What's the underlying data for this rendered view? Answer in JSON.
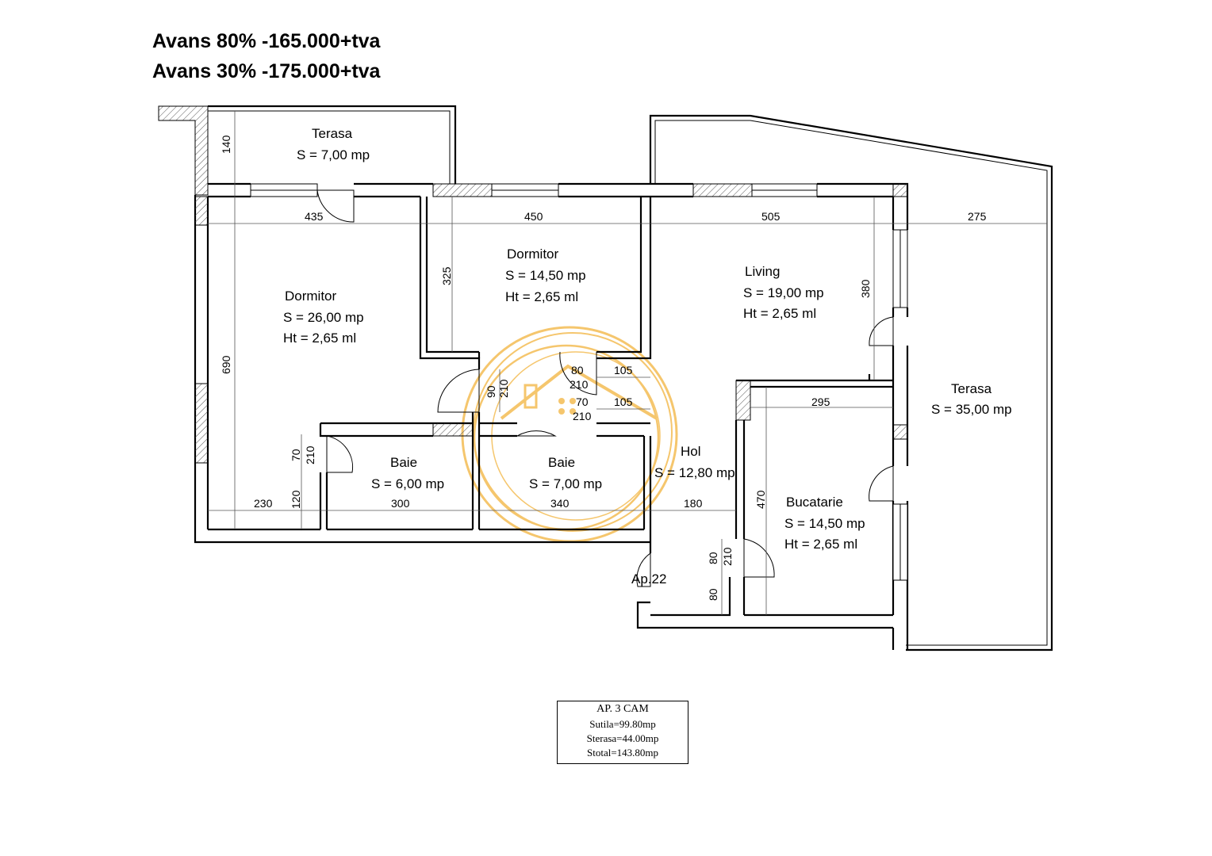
{
  "header": {
    "line1": "Avans 80% -165.000+tva",
    "line2": "Avans 30% -175.000+tva"
  },
  "rooms": {
    "terasa_small": {
      "name": "Terasa",
      "area": "S = 7,00 mp"
    },
    "dormitor_mid": {
      "name": "Dormitor",
      "area": "S = 14,50 mp",
      "height": "Ht = 2,65 ml"
    },
    "dormitor_big": {
      "name": "Dormitor",
      "area": "S = 26,00 mp",
      "height": "Ht = 2,65 ml"
    },
    "living": {
      "name": "Living",
      "area": "S = 19,00 mp",
      "height": "Ht = 2,65 ml"
    },
    "terasa_big": {
      "name": "Terasa",
      "area": "S = 35,00 mp"
    },
    "baie_1": {
      "name": "Baie",
      "area": "S = 6,00 mp"
    },
    "baie_2": {
      "name": "Baie",
      "area": "S = 7,00 mp"
    },
    "hol": {
      "name": "Hol",
      "area": "S = 12,80 mp"
    },
    "bucatarie": {
      "name": "Bucatarie",
      "area": "S = 14,50 mp",
      "height": "Ht = 2,65 ml"
    }
  },
  "dimensions": {
    "d140": "140",
    "d435": "435",
    "d450": "450",
    "d505": "505",
    "d275": "275",
    "d325": "325",
    "d380": "380",
    "d690": "690",
    "d80a": "80",
    "d105a": "105",
    "d210a": "210",
    "d90": "90",
    "d210b": "210",
    "d70a": "70",
    "d105b": "105",
    "d210c": "210",
    "d295": "295",
    "d70b": "70",
    "d210d": "210",
    "d230": "230",
    "d120": "120",
    "d300": "300",
    "d340": "340",
    "d180": "180",
    "d470": "470",
    "d80b": "80",
    "d210e": "210",
    "d80c": "80"
  },
  "entrance_label": "Ap.22",
  "summary": {
    "title": "AP. 3 CAM",
    "sutila": "Sutila=99.80mp",
    "sterasa": "Sterasa=44.00mp",
    "stotal": "Stotal=143.80mp"
  },
  "watermark": {
    "color": "#f2b33d"
  }
}
